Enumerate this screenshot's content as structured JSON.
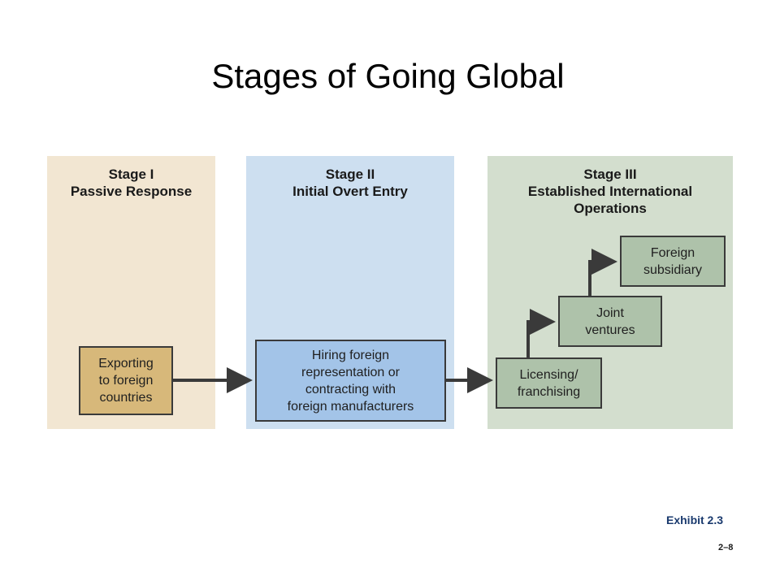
{
  "title": "Stages of Going Global",
  "stages": [
    {
      "line1": "Stage I",
      "line2": "Passive Response"
    },
    {
      "line1": "Stage II",
      "line2": "Initial Overt Entry"
    },
    {
      "line1": "Stage III",
      "line2": "Established International",
      "line3": "Operations"
    }
  ],
  "boxes": {
    "exporting": [
      "Exporting",
      "to foreign",
      "countries"
    ],
    "hiring": [
      "Hiring foreign",
      "representation or",
      "contracting with",
      "foreign manufacturers"
    ],
    "licensing": [
      "Licensing/",
      "franchising"
    ],
    "joint": [
      "Joint",
      "ventures"
    ],
    "subsidiary": [
      "Foreign",
      "subsidiary"
    ]
  },
  "exhibit": "Exhibit 2.3",
  "page_number": "2–8",
  "colors": {
    "stage1_bg": "#f2e6d2",
    "stage2_bg": "#cddff0",
    "stage3_bg": "#d3dece",
    "export_box": "#d7b87a",
    "hiring_box": "#a3c4e8",
    "stage3_box": "#aec2aa",
    "arrow": "#3a3a3a"
  }
}
